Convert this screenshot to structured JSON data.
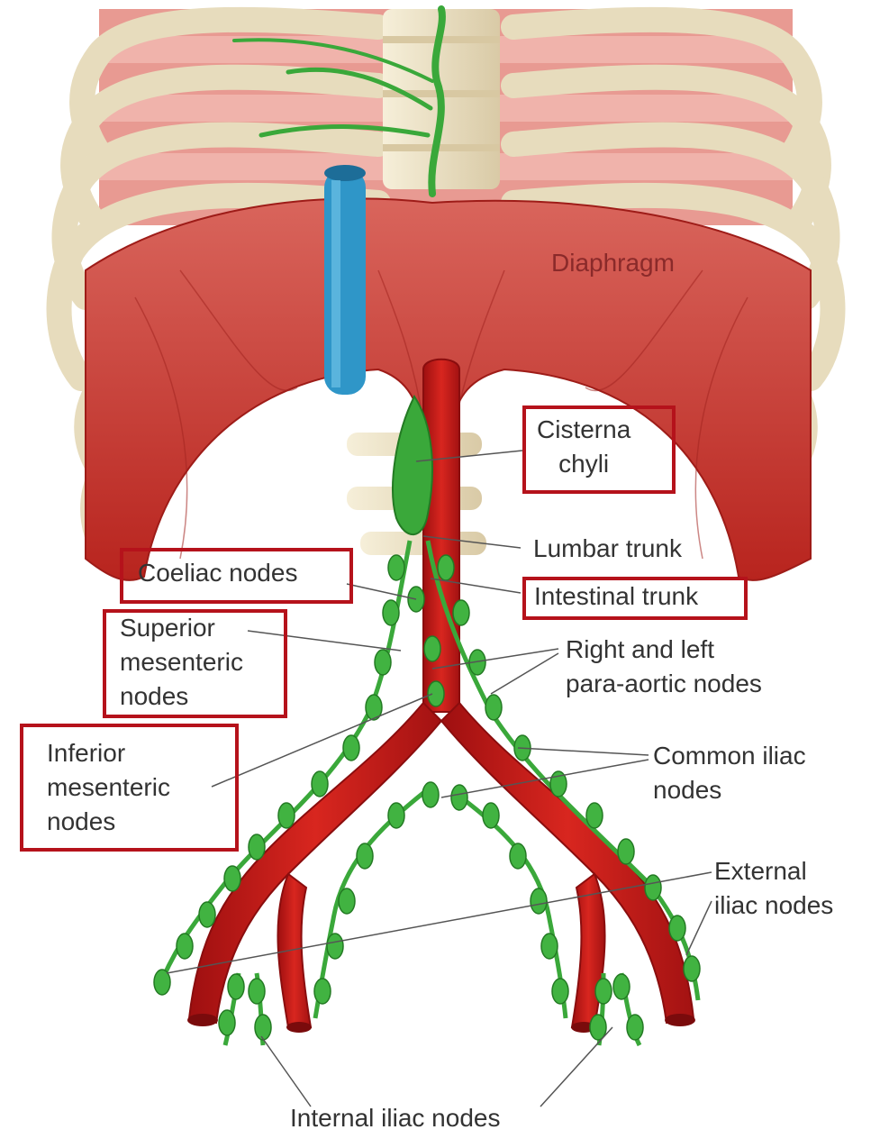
{
  "diagram": {
    "labels": {
      "diaphragm": "Diaphragm",
      "cisterna_chyli": "Cisterna\nchyli",
      "lumbar_trunk": "Lumbar trunk",
      "coeliac_nodes": "Coeliac nodes",
      "intestinal_trunk": "Intestinal trunk",
      "superior_mesenteric": "Superior\nmesenteric\nnodes",
      "para_aortic": "Right and left\npara-aortic nodes",
      "inferior_mesenteric": "Inferior\nmesenteric\nnodes",
      "common_iliac": "Common iliac\nnodes",
      "external_iliac": "External\niliac nodes",
      "internal_iliac": "Internal iliac nodes"
    },
    "colors": {
      "highlight_box": "#b5121b",
      "muscle": "#c9403a",
      "bone": "#efe6cf",
      "artery": "#c41a1a",
      "lymph": "#3aa83a",
      "vein": "#2f96c8"
    }
  }
}
